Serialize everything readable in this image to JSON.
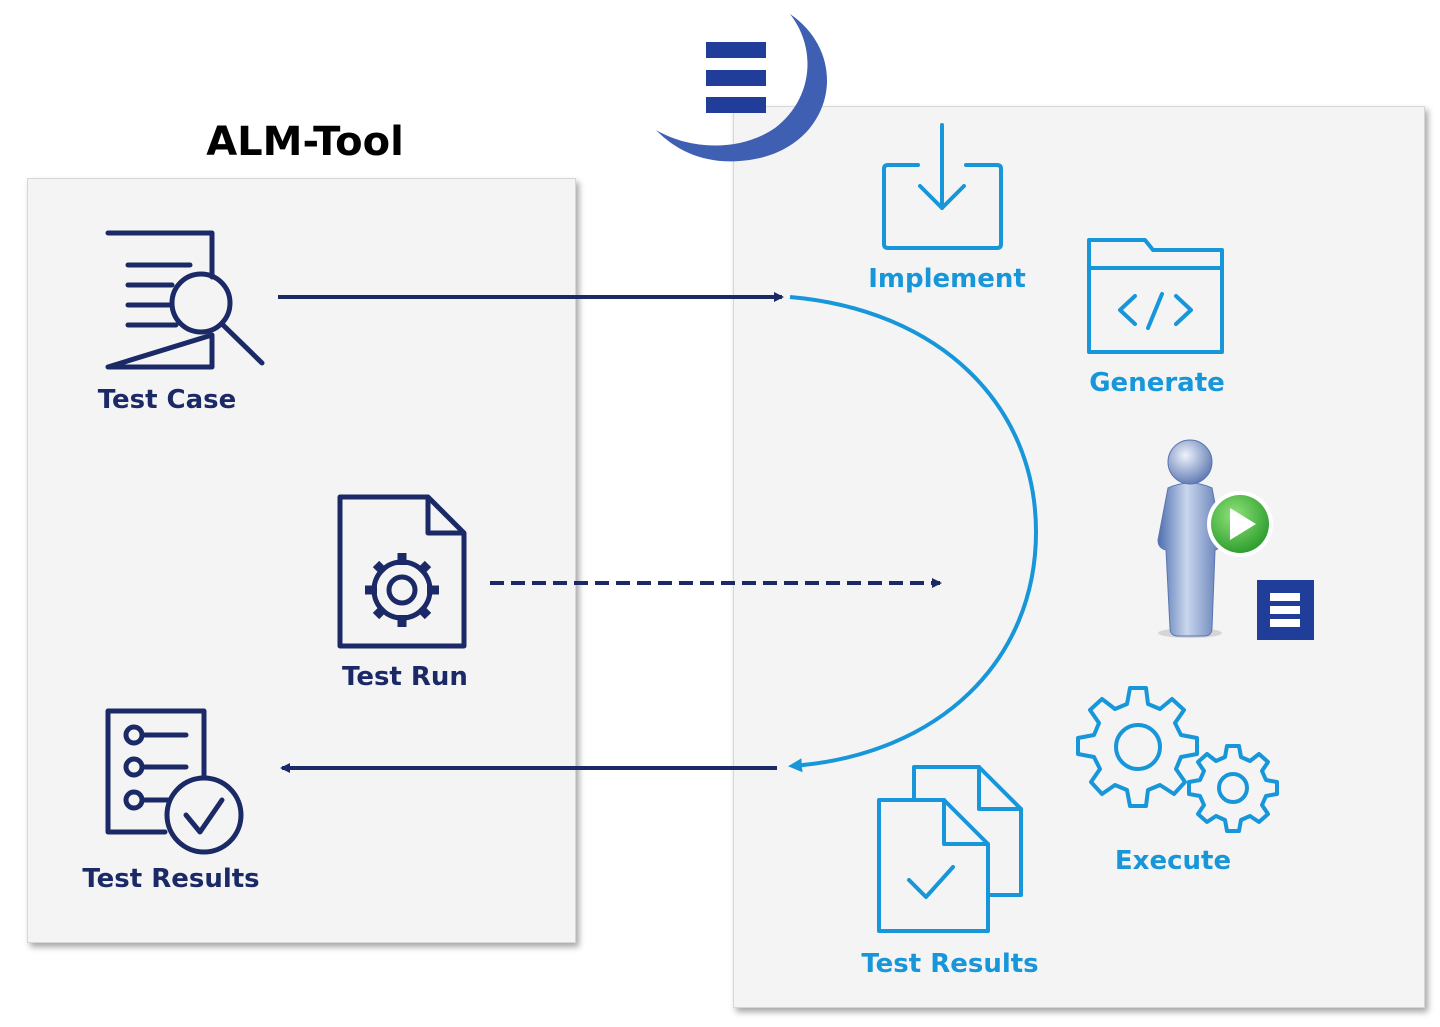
{
  "alm_tool": {
    "title": "ALM-Tool",
    "items": {
      "test_case": "Test Case",
      "test_run": "Test Run",
      "test_results": "Test Results"
    }
  },
  "right_panel": {
    "items": {
      "implement": "Implement",
      "generate": "Generate",
      "execute": "Execute",
      "test_results": "Test Results"
    }
  },
  "logo": {
    "name": "E-logo",
    "mark_color": "#1f3d99"
  },
  "colors": {
    "navy": "#1b2a66",
    "blue": "#1796d9",
    "panel_bg": "#f4f4f4"
  },
  "icons": {
    "test_case": "document-search-icon",
    "test_run": "document-gear-icon",
    "test_results_left": "checklist-check-icon",
    "implement": "download-tray-icon",
    "generate": "code-folder-icon",
    "execute": "gears-icon",
    "test_results_right": "documents-check-icon",
    "runner": "user-play-icon"
  }
}
